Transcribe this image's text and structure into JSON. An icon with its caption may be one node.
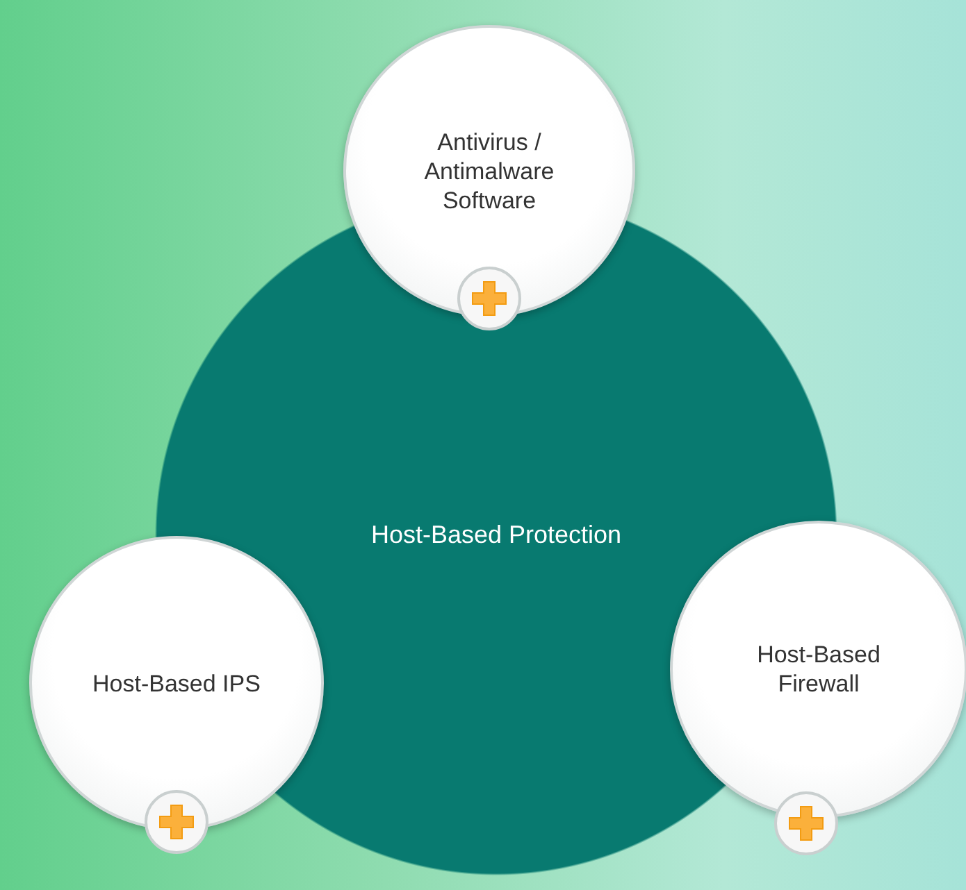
{
  "diagram": {
    "nodes": [
      {
        "text": [
          "Host-Based Protection"
        ]
      },
      {
        "text": [
          "Antivirus / Antimalware Software"
        ]
      },
      {
        "text": [
          "Host-Based IPS"
        ]
      },
      {
        "text": [
          "Host-Based Firewall"
        ]
      }
    ]
  }
}
